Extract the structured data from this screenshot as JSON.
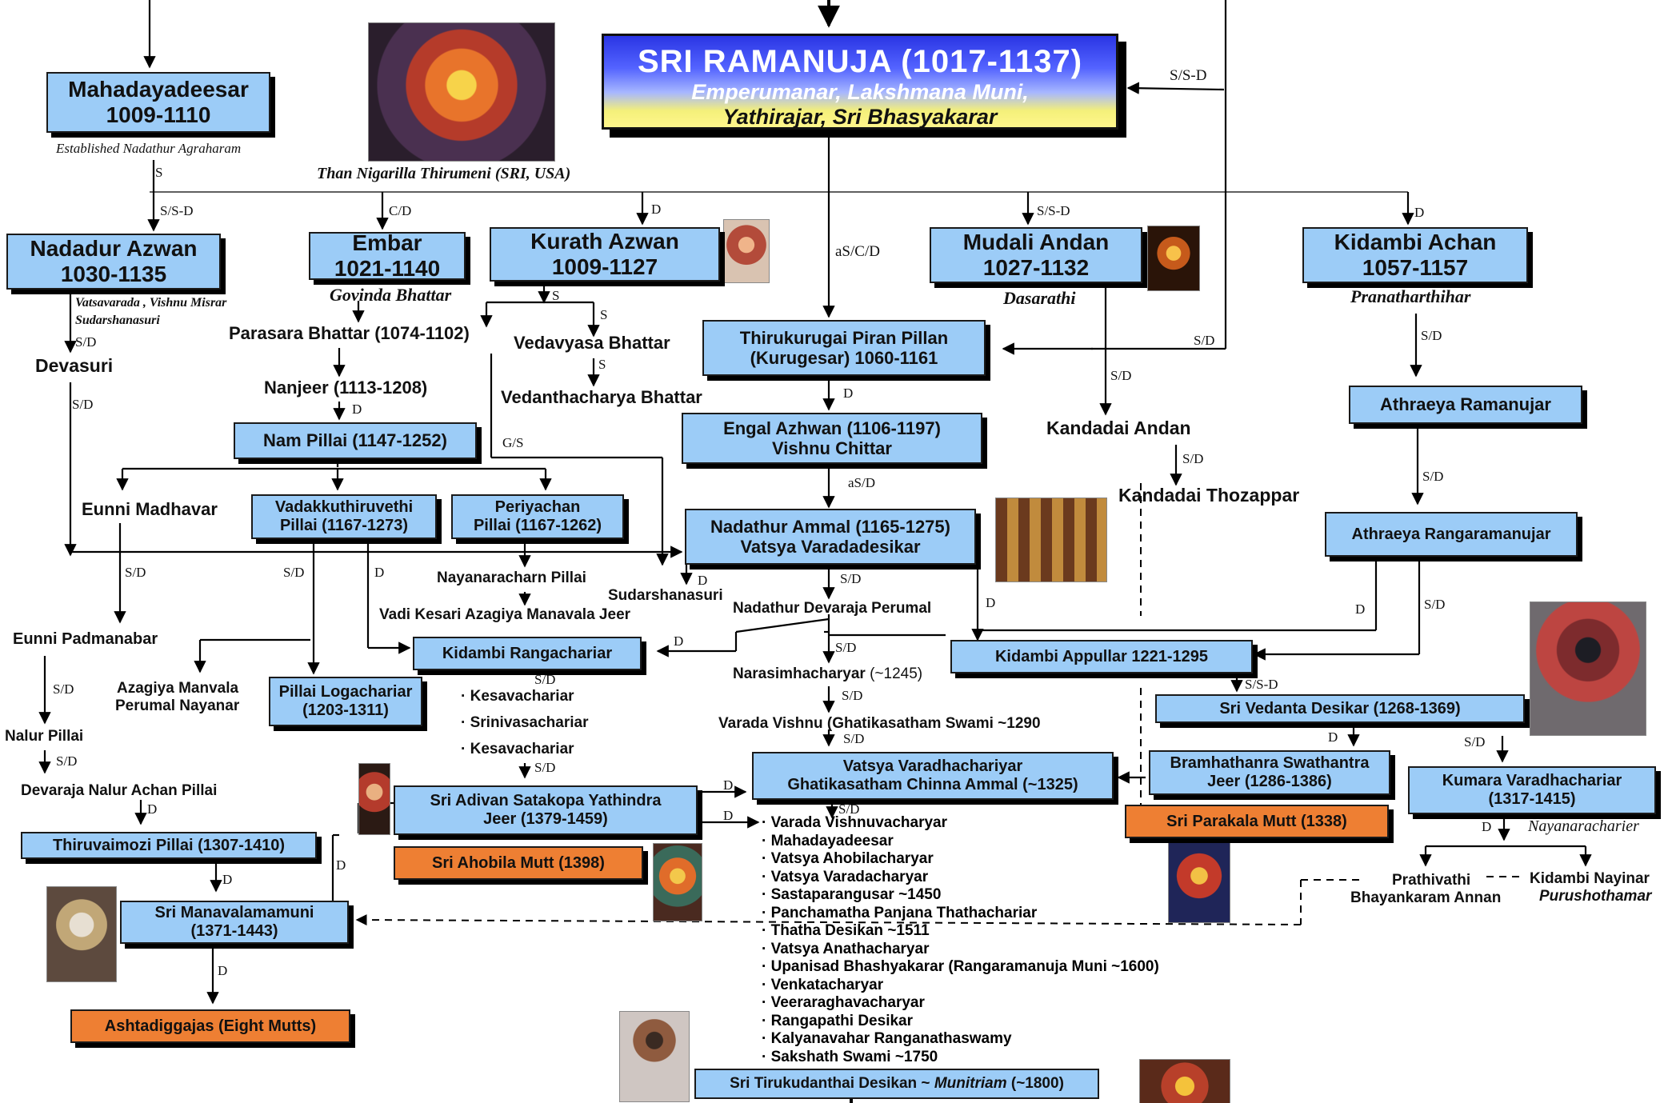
{
  "main": {
    "title": "SRI RAMANUJA (1017-1137)",
    "subtitle1": "Emperumanar, Lakshmana Muni,",
    "subtitle2": "Yathirajar, Sri Bhasyakarar"
  },
  "captions": {
    "established": "Established Nadathur Agraharam",
    "than_nigarilla": "Than Nigarilla Thirumeni (SRI, USA)",
    "govinda": "Govinda Bhattar",
    "dasarathi": "Dasarathi",
    "pranatharthihar": "Pranatharthihar",
    "vatsavarada1": "Vatsavarada , Vishnu Misrar",
    "vatsavarada2": "Sudarshanasuri",
    "nayanaracharier": "Nayanaracharier",
    "purushothamar": "Purushothamar"
  },
  "boxes": {
    "mahadayadeesar": [
      "Mahadayadeesar",
      "1009-1110"
    ],
    "nadadur": [
      "Nadadur Azwan",
      "1030-1135"
    ],
    "embar": [
      "Embar",
      "1021-1140"
    ],
    "kurath": [
      "Kurath Azwan",
      "1009-1127"
    ],
    "mudali": [
      "Mudali Andan",
      "1027-1132"
    ],
    "kidambi_achan": [
      "Kidambi Achan",
      "1057-1157"
    ],
    "thirukurugai": [
      "Thirukurugai Piran Pillan",
      "(Kurugesar) 1060-1161"
    ],
    "engal": [
      "Engal Azhwan (1106-1197)",
      "Vishnu Chittar"
    ],
    "nam_pillai": "Nam Pillai (1147-1252)",
    "athraeya_ramanujar": "Athraeya Ramanujar",
    "vadakku": [
      "Vadakkuthiruvethi",
      "Pillai (1167-1273)"
    ],
    "periyachan": [
      "Periyachan",
      "Pillai (1167-1262)"
    ],
    "nadathur_ammal": [
      "Nadathur Ammal (1165-1275)",
      "Vatsya Varadadesikar"
    ],
    "athraeya_ranga": "Athraeya Rangaramanujar",
    "kidambi_ranga": "Kidambi Rangachariar",
    "kidambi_appullar": "Kidambi Appullar 1221-1295",
    "pillai_loga": [
      "Pillai Logachariar",
      "(1203-1311)"
    ],
    "vedanta_desikar": "Sri Vedanta Desikar (1268-1369)",
    "vatsya_varadha": [
      "Vatsya Varadhachariyar",
      "Ghatikasatham Chinna Ammal (~1325)"
    ],
    "bramhathanra": [
      "Bramhathanra Swathantra",
      "Jeer (1286-1386)"
    ],
    "kumara": [
      "Kumara Varadhachariar",
      "(1317-1415)"
    ],
    "adivan": [
      "Sri Adivan Satakopa Yathindra",
      "Jeer (1379-1459)"
    ],
    "parakala": "Sri  Parakala Mutt (1338)",
    "thiruvaimozhi": "Thiruvaimozi Pillai (1307-1410)",
    "ahobila": "Sri Ahobila Mutt (1398)",
    "manavala": [
      "Sri Manavalamamuni",
      "(1371-1443)"
    ],
    "ashtadiggajas": "Ashtadiggajas (Eight Mutts)",
    "tirukudanthai_a": "Sri Tirukudanthai Desikan ~ ",
    "tirukudanthai_b": "Munitriam",
    "tirukudanthai_c": " (~1800)"
  },
  "names": {
    "devasuri": "Devasuri",
    "parasara": "Parasara Bhattar (1074-1102)",
    "vedavyasa": "Vedavyasa Bhattar",
    "nanjeer": "Nanjeer (1113-1208)",
    "vedanthacharya": "Vedanthacharya Bhattar",
    "kandadai_andan": "Kandadai Andan",
    "kandadai_thozappar": "Kandadai Thozappar",
    "eunni_madhavar": "Eunni Madhavar",
    "nayanaracharn": "Nayanaracharn Pillai",
    "sudarshanasuri": "Sudarshanasuri",
    "vadi_kesari": "Vadi Kesari Azagiya Manavala Jeer",
    "nadathur_devaraja": "Nadathur Devaraja Perumal",
    "eunni_padmanabar": "Eunni Padmanabar",
    "narasimhacharyar_a": "Narasimhacharyar",
    "narasimhacharyar_b": " (~1245)",
    "azagiya1": "Azagiya Manvala",
    "azagiya2": "Perumal Nayanar",
    "kesavachariar1": "Kesavachariar",
    "srinivasachariar": "Srinivasachariar",
    "kesavachariar2": "Kesavachariar",
    "nalur_pillai": "Nalur Pillai",
    "varada_vishnu": "Varada Vishnu (Ghatikasatham Swami ~1290",
    "devaraja_nalur": "Devaraja Nalur Achan Pillai",
    "prathivathi1": "Prathivathi",
    "prathivathi2": "Bhayankaram Annan",
    "kidambi_nayinar": "Kidambi Nayinar"
  },
  "lineage_list": [
    "Varada Vishnuvacharyar",
    "Mahadayadeesar",
    "Vatsya Ahobilacharyar",
    "Vatsya Varadacharyar",
    "Sastaparangusar ~1450",
    "Panchamatha Panjana Thathachariar",
    "Thatha Desikan ~1511",
    "Vatsya Anathacharyar",
    "Upanisad Bhashyakarar (Rangaramanuja Muni ~1600)",
    "Venkatacharyar",
    "Veeraraghavacharyar",
    "Rangapathi Desikar",
    "Kalyanavahar Ranganathaswamy",
    "Sakshath Swami ~1750"
  ],
  "relation_labels": {
    "S": "S",
    "SSD": "S/S-D",
    "SD": "S/D",
    "D": "D",
    "CD": "C/D",
    "aSCD": "aS/C/D",
    "aSD": "aS/D",
    "GS": "G/S"
  },
  "colors": {
    "box_blue": "#9cccf7",
    "box_orange": "#ee7f33",
    "shadow": "#000000",
    "title_white": "#ffffff"
  },
  "icons": [
    "deity-photo"
  ]
}
